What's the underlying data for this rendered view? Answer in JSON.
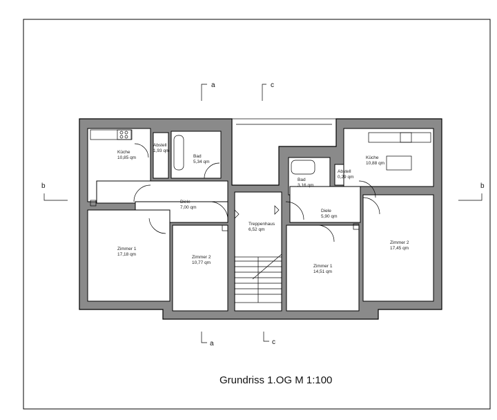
{
  "title": "Grundriss 1.OG M 1:100",
  "section_markers": {
    "a": "a",
    "b": "b",
    "c": "c"
  },
  "rooms": [
    {
      "name": "Küche",
      "area": "10,85 qm"
    },
    {
      "name": "Abstell",
      "area": "1,93 qm"
    },
    {
      "name": "Bad",
      "area": "5,34 qm"
    },
    {
      "name": "Diele",
      "area": "7,00 qm"
    },
    {
      "name": "Zimmer 1",
      "area": "17,18 qm"
    },
    {
      "name": "Zimmer 2",
      "area": "10,77 qm"
    },
    {
      "name": "Treppenhaus",
      "area": "6,52 qm"
    },
    {
      "name": "Bad",
      "area": "3,16 qm"
    },
    {
      "name": "Abstell",
      "area": "0,29 qm"
    },
    {
      "name": "Küche",
      "area": "10,88 qm"
    },
    {
      "name": "Diele",
      "area": "5,90 qm"
    },
    {
      "name": "Zimmer 1",
      "area": "14,51 qm"
    },
    {
      "name": "Zimmer 2",
      "area": "17,45 qm"
    }
  ],
  "colors": {
    "wall": "#8a8a8a",
    "line": "#000000",
    "background": "#ffffff"
  }
}
